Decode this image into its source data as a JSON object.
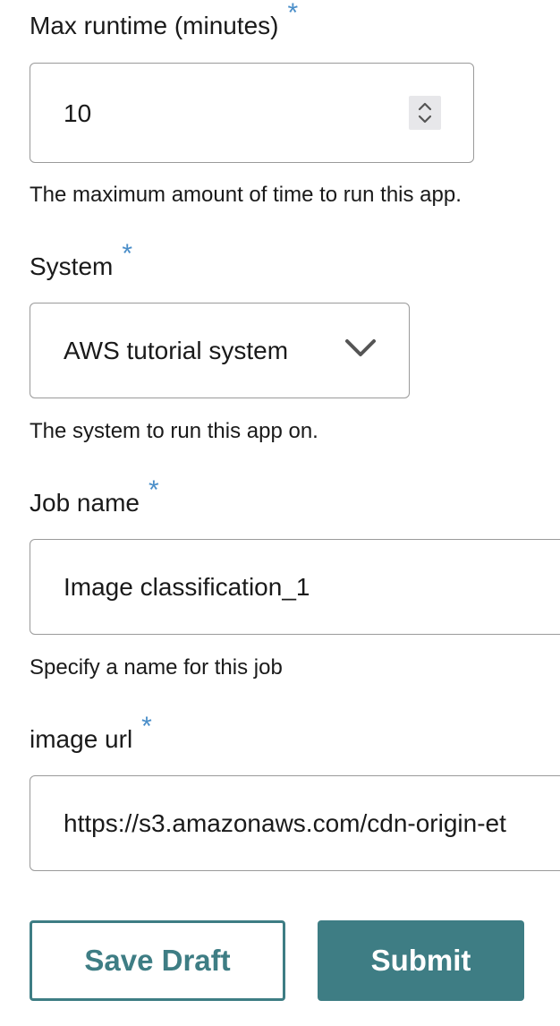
{
  "required_marker": "*",
  "max_runtime": {
    "label": "Max runtime (minutes)",
    "value": "10",
    "helper": "The maximum amount of time to run this app."
  },
  "system": {
    "label": "System",
    "selected": "AWS tutorial system",
    "helper": "The system to run this app on."
  },
  "job_name": {
    "label": "Job name",
    "value": "Image classification_1",
    "helper": "Specify a name for this job"
  },
  "image_url": {
    "label": "image url",
    "value": "https://s3.amazonaws.com/cdn-origin-et"
  },
  "actions": {
    "save_draft": "Save Draft",
    "submit": "Submit"
  },
  "colors": {
    "accent": "#3e7d84",
    "required": "#4a8ec9"
  },
  "icons": {
    "spinner": "up-down-stepper-icon",
    "select": "chevron-down-icon"
  }
}
